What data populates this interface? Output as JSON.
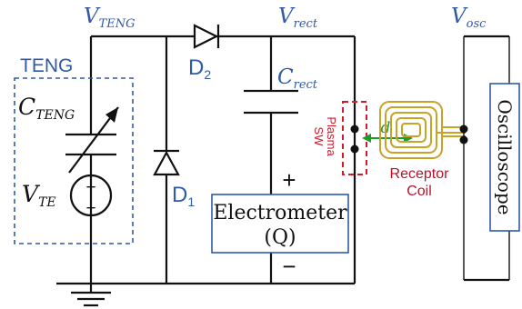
{
  "labels": {
    "v_teng_main": "V",
    "v_teng_sub": "TENG",
    "teng_box": "TENG",
    "c_teng_main": "C",
    "c_teng_sub": "TENG",
    "v_te_main": "V",
    "v_te_sub": "TE",
    "d2_main": "D",
    "d2_sub": "2",
    "d1_main": "D",
    "d1_sub": "1",
    "v_rect_main": "V",
    "v_rect_sub": "rect",
    "c_rect_main": "C",
    "c_rect_sub": "rect",
    "plus_sign": "+",
    "minus_sign": "−",
    "electrometer_line1": "Electrometer",
    "electrometer_line2": "(Q)",
    "plasma_line1": "Plasma",
    "plasma_line2": "SW",
    "distance": "d",
    "receptor_line1": "Receptor",
    "receptor_line2": "Coil",
    "v_osc_main": "V",
    "v_osc_sub": "osc",
    "oscilloscope": "Oscilloscope",
    "source_plus": "+",
    "source_minus": "−"
  },
  "colors": {
    "wire": "#111111",
    "label_blue": "#2f5aa8",
    "plasma_red": "#d11a2a",
    "distance_green": "#1f9a2b",
    "receptor_text": "#b8122a",
    "coil": "#c9a227"
  }
}
